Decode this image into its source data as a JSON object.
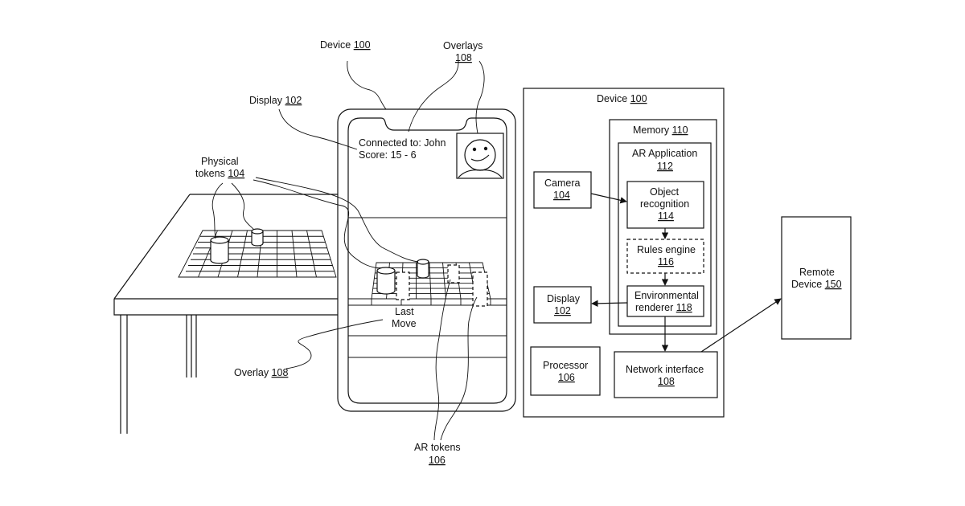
{
  "labels": {
    "device_top": {
      "text": "Device ",
      "ref": "100"
    },
    "overlays": {
      "text": "Overlays",
      "ref": "108"
    },
    "display_left": {
      "text": "Display ",
      "ref": "102"
    },
    "physical_tokens": {
      "line1": "Physical",
      "line2": "tokens ",
      "ref": "104"
    },
    "overlay_bottom": {
      "text": "Overlay ",
      "ref": "108"
    },
    "ar_tokens": {
      "text": "AR tokens",
      "ref": "106"
    }
  },
  "phone_screen": {
    "connected": "Connected to: John",
    "score": "Score: 15 - 6",
    "last_move_1": "Last",
    "last_move_2": "Move"
  },
  "block_diagram": {
    "device": {
      "text": "Device ",
      "ref": "100"
    },
    "memory": {
      "text": "Memory ",
      "ref": "110"
    },
    "ar_application": {
      "text": "AR Application",
      "ref": "112"
    },
    "object_recognition": {
      "line1": "Object",
      "line2": "recognition",
      "ref": "114"
    },
    "rules_engine": {
      "text": "Rules engine",
      "ref": "116"
    },
    "environmental_renderer": {
      "line1": "Environmental",
      "line2": "renderer ",
      "ref": "118"
    },
    "camera": {
      "text": "Camera",
      "ref": "104"
    },
    "display": {
      "text": "Display",
      "ref": "102"
    },
    "processor": {
      "text": "Processor",
      "ref": "106"
    },
    "network_interface": {
      "text": "Network interface",
      "ref": "108"
    },
    "remote_device": {
      "line1": "Remote",
      "line2": "Device ",
      "ref": "150"
    }
  }
}
